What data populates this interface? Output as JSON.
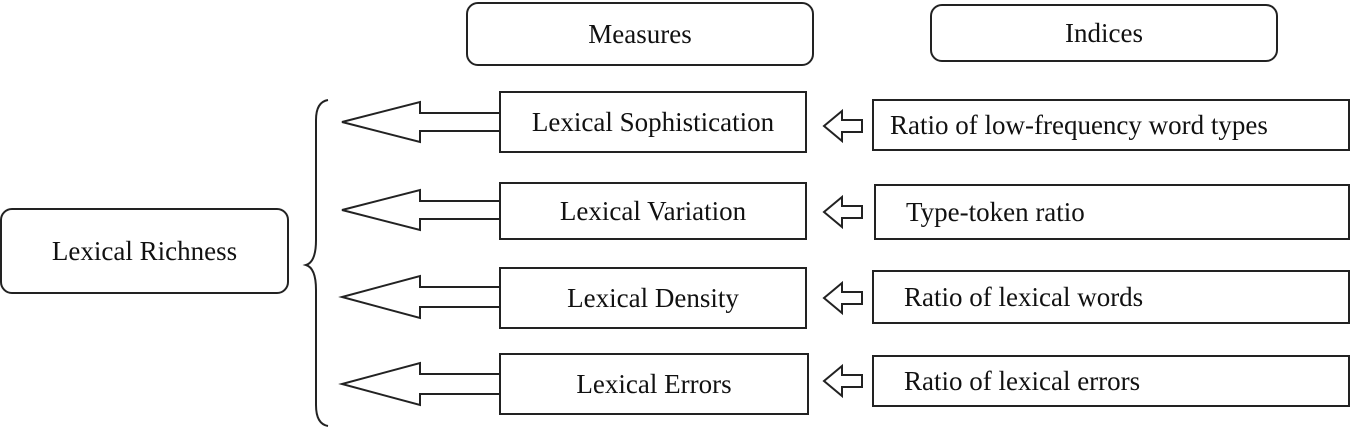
{
  "headers": {
    "measures": "Measures",
    "indices": "Indices"
  },
  "root": {
    "label": "Lexical Richness"
  },
  "rows": [
    {
      "measure": "Lexical Sophistication",
      "index": "Ratio of low-frequency word types"
    },
    {
      "measure": "Lexical Variation",
      "index": "Type-token ratio"
    },
    {
      "measure": "Lexical Density",
      "index": "Ratio of lexical words"
    },
    {
      "measure": "Lexical Errors",
      "index": "Ratio of lexical errors"
    }
  ]
}
